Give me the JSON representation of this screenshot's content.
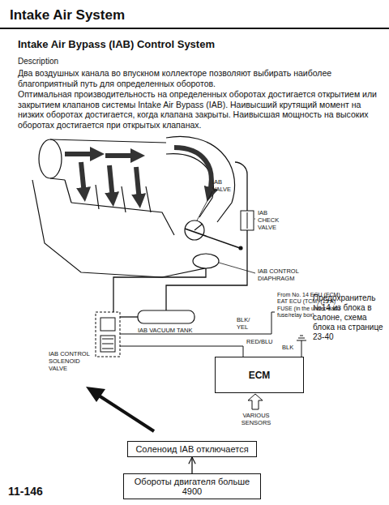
{
  "diagram": {
    "title": "Intake Air System",
    "nodes": [
      {
        "text": [
          "ECM"
        ]
      },
      {
        "text": [
          "Соленоид IAB отключается"
        ]
      },
      {
        "text": [
          "Обороты двигателя больше 4900"
        ]
      }
    ],
    "edges": [
      {
        "from": 2,
        "to": 1,
        "arrow": "to"
      }
    ],
    "labels": [
      "Intake Air Bypass (IAB) Control System",
      "Description",
      "Два воздушных канала во впускном коллекторе позволяют выбирать наиболее благоприятный путь для определенных оборотов.",
      "Оптимальная производительность на определенных оборотах достигается открытием или закрытием клапанов системы Intake Air Bypass (IAB). Наивысший крутящий момент на низких оборотах достигается, когда клапана закрыты. Наивысшая мощность на высоких оборотах достигается при открытых клапанах.",
      "IAB VALVE",
      "IAB CHECK VALVE",
      "IAB CONTROL DIAPHRAGM",
      "IAB CONTROL SOLENOID VALVE",
      "IAB VACUUM TANK",
      "BLK/ YEL",
      "RED/BLU",
      "From No. 14 ECU (ECM) EAT ECU (TCM) (15 A) FUSE (in the under-dash fuse/relay box)",
      "BLK",
      "VARIOUS SENSORS",
      "Предохранитель №14 из блока в салоне, схема блока на странице 23-40",
      "11-146"
    ]
  }
}
